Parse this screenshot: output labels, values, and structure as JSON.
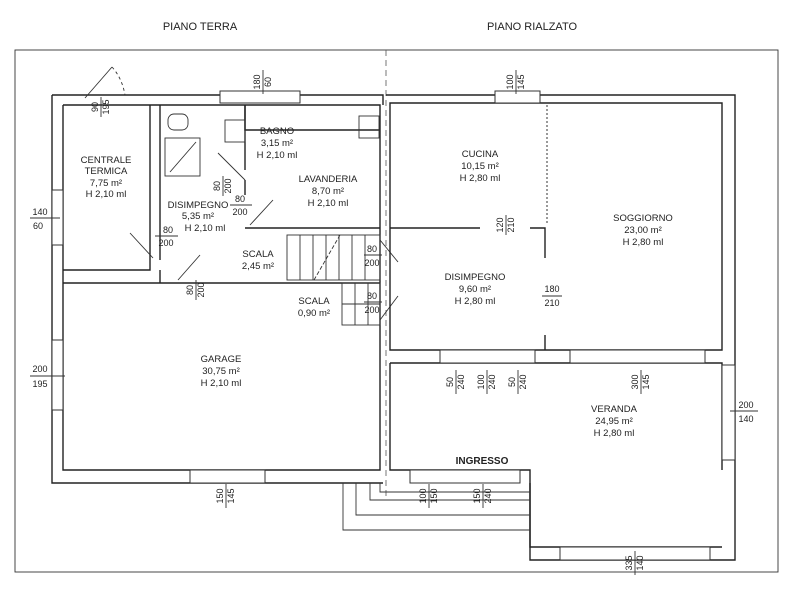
{
  "headers": {
    "left": "PIANO TERRA",
    "right": "PIANO RIALZATO"
  },
  "rooms": {
    "centrale": {
      "name1": "CENTRALE",
      "name2": "TERMICA",
      "area": "7,75 m²",
      "height": "H 2,10 ml"
    },
    "bagno": {
      "name": "BAGNO",
      "area": "3,15 m²",
      "height": "H 2,10 ml"
    },
    "lavanderia": {
      "name": "LAVANDERIA",
      "area": "8,70 m²",
      "height": "H 2,10 ml"
    },
    "disimpegno_pt": {
      "name": "DISIMPEGNO",
      "area": "5,35 m²",
      "height": "H 2,10 ml"
    },
    "scala1": {
      "name": "SCALA",
      "area": "2,45 m²"
    },
    "scala2": {
      "name": "SCALA",
      "area": "0,90 m²"
    },
    "garage": {
      "name": "GARAGE",
      "area": "30,75 m²",
      "height": "H 2,10 ml"
    },
    "cucina": {
      "name": "CUCINA",
      "area": "10,15 m²",
      "height": "H 2,80 ml"
    },
    "soggiorno": {
      "name": "SOGGIORNO",
      "area": "23,00 m²",
      "height": "H 2,80 ml"
    },
    "disimpegno_pr": {
      "name": "DISIMPEGNO",
      "area": "9,60 m²",
      "height": "H 2,80 ml"
    },
    "veranda": {
      "name": "VERANDA",
      "area": "24,95 m²",
      "height": "H 2,80 ml"
    },
    "ingresso": {
      "name": "INGRESSO"
    }
  },
  "dims": [
    {
      "w": "90",
      "h": "195"
    },
    {
      "w": "180",
      "h": "60"
    },
    {
      "w": "140",
      "h": "60"
    },
    {
      "w": "80",
      "h": "200"
    },
    {
      "w": "80",
      "h": "200"
    },
    {
      "w": "80",
      "h": "200"
    },
    {
      "w": "80",
      "h": "200"
    },
    {
      "w": "80",
      "h": "200"
    },
    {
      "w": "80",
      "h": "200"
    },
    {
      "w": "100",
      "h": "145"
    },
    {
      "w": "120",
      "h": "210"
    },
    {
      "w": "180",
      "h": "210"
    },
    {
      "w": "200",
      "h": "195"
    },
    {
      "w": "50",
      "h": "240"
    },
    {
      "w": "100",
      "h": "240"
    },
    {
      "w": "50",
      "h": "240"
    },
    {
      "w": "300",
      "h": "145"
    },
    {
      "w": "200",
      "h": "140"
    },
    {
      "w": "150",
      "h": "145"
    },
    {
      "w": "100",
      "h": "150"
    },
    {
      "w": "150",
      "h": "240"
    },
    {
      "w": "335",
      "h": "140"
    }
  ]
}
